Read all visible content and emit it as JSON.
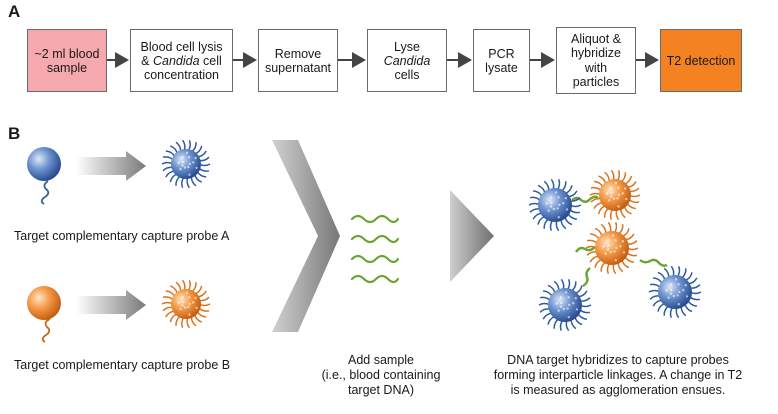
{
  "panel_a": {
    "label": "A",
    "steps": [
      {
        "line1": "~2 ml blood",
        "line2": "sample"
      },
      {
        "line1": "Blood cell lysis",
        "line2a": "& ",
        "line2_italic": "Candida",
        "line2b": " cell",
        "line3": "concentration"
      },
      {
        "line1": "Remove",
        "line2": "supernatant"
      },
      {
        "line1": "Lyse",
        "line2_italic": "Candida",
        "line3": "cells"
      },
      {
        "line1": "PCR",
        "line2": "lysate"
      },
      {
        "line1": "Aliquot &",
        "line2": "hybridize",
        "line3": "with",
        "line4": "particles"
      },
      {
        "line1": "T2 detection"
      }
    ],
    "colors": {
      "first_box": "#f5a8ad",
      "last_box": "#f58220",
      "arrow": "#444444"
    }
  },
  "panel_b": {
    "label": "B",
    "probe_a_caption": "Target complementary capture probe A",
    "probe_b_caption": "Target complementary capture probe B",
    "sample_caption": {
      "line1": "Add sample",
      "line2": "(i.e., blood containing",
      "line3": "target DNA)"
    },
    "result_caption": {
      "line1": "DNA target hybridizes to capture probes",
      "line2": "forming interparticle linkages. A change in T2",
      "line3": "is measured as agglomeration ensues."
    },
    "colors": {
      "probe_a": "#3f6fb5",
      "probe_b": "#f08a2c",
      "dna": "#6aa532",
      "chevron": "#8a8a8a"
    }
  }
}
